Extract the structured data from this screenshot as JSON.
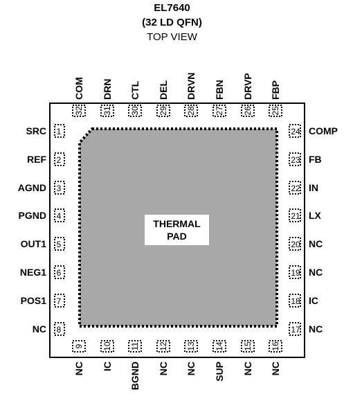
{
  "header": {
    "part": "EL7640",
    "package": "(32 LD QFN)",
    "view": "TOP VIEW"
  },
  "thermal_pad": {
    "line1": "THERMAL",
    "line2": "PAD",
    "fill": "#A8A8A8"
  },
  "pins": {
    "left": [
      {
        "num": "1",
        "name": "SRC"
      },
      {
        "num": "2",
        "name": "REF"
      },
      {
        "num": "3",
        "name": "AGND"
      },
      {
        "num": "4",
        "name": "PGND"
      },
      {
        "num": "5",
        "name": "OUT1"
      },
      {
        "num": "6",
        "name": "NEG1"
      },
      {
        "num": "7",
        "name": "POS1"
      },
      {
        "num": "8",
        "name": "NC"
      }
    ],
    "bottom": [
      {
        "num": "9",
        "name": "NC"
      },
      {
        "num": "10",
        "name": "IC"
      },
      {
        "num": "11",
        "name": "BGND"
      },
      {
        "num": "12",
        "name": "NC"
      },
      {
        "num": "13",
        "name": "NC"
      },
      {
        "num": "14",
        "name": "SUP"
      },
      {
        "num": "15",
        "name": "NC"
      },
      {
        "num": "16",
        "name": "NC"
      }
    ],
    "right": [
      {
        "num": "17",
        "name": "NC"
      },
      {
        "num": "18",
        "name": "IC"
      },
      {
        "num": "19",
        "name": "NC"
      },
      {
        "num": "20",
        "name": "NC"
      },
      {
        "num": "21",
        "name": "LX"
      },
      {
        "num": "22",
        "name": "IN"
      },
      {
        "num": "23",
        "name": "FB"
      },
      {
        "num": "24",
        "name": "COMP"
      }
    ],
    "top": [
      {
        "num": "25",
        "name": "FBP"
      },
      {
        "num": "26",
        "name": "DRVP"
      },
      {
        "num": "27",
        "name": "FBN"
      },
      {
        "num": "28",
        "name": "DRVN"
      },
      {
        "num": "29",
        "name": "DEL"
      },
      {
        "num": "30",
        "name": "CTL"
      },
      {
        "num": "31",
        "name": "DRN"
      },
      {
        "num": "32",
        "name": "COM"
      }
    ]
  }
}
